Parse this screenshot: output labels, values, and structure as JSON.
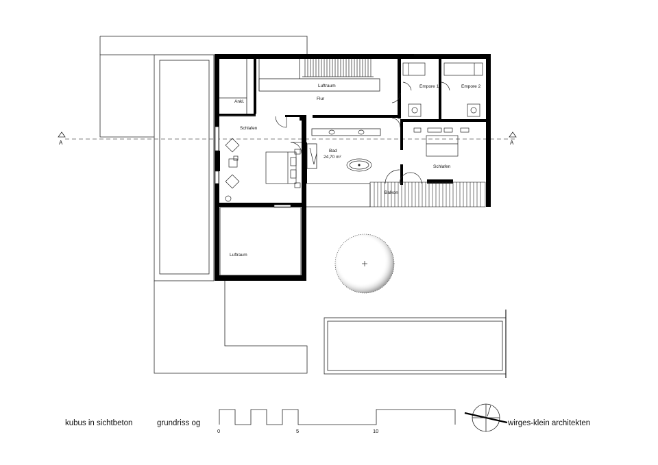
{
  "rooms": {
    "luftraum_top": "Luftraum",
    "flur": "Flur",
    "empore1": "Empore 1",
    "empore2": "Empore 2",
    "ankl": "Ankl.",
    "schlafen_left": "Schlafen",
    "bad": "Bad",
    "bad_area": "24,70 m²",
    "schlafen_right": "Schlafen",
    "balkon": "Balkon",
    "luftraum_bottom": "Luftraum"
  },
  "section_markers": {
    "left": "A",
    "right": "A"
  },
  "footer": {
    "project": "kubus in sichtbeton",
    "drawing": "grundriss og",
    "architect": "wirges-klein architekten"
  },
  "scale_bar": {
    "labels": [
      "0",
      "5",
      "10"
    ]
  },
  "colors": {
    "walls": "#000000",
    "lines": "#222222",
    "background": "#ffffff"
  },
  "icons": {
    "north_arrow": "north-arrow-icon",
    "tree": "tree-icon"
  }
}
